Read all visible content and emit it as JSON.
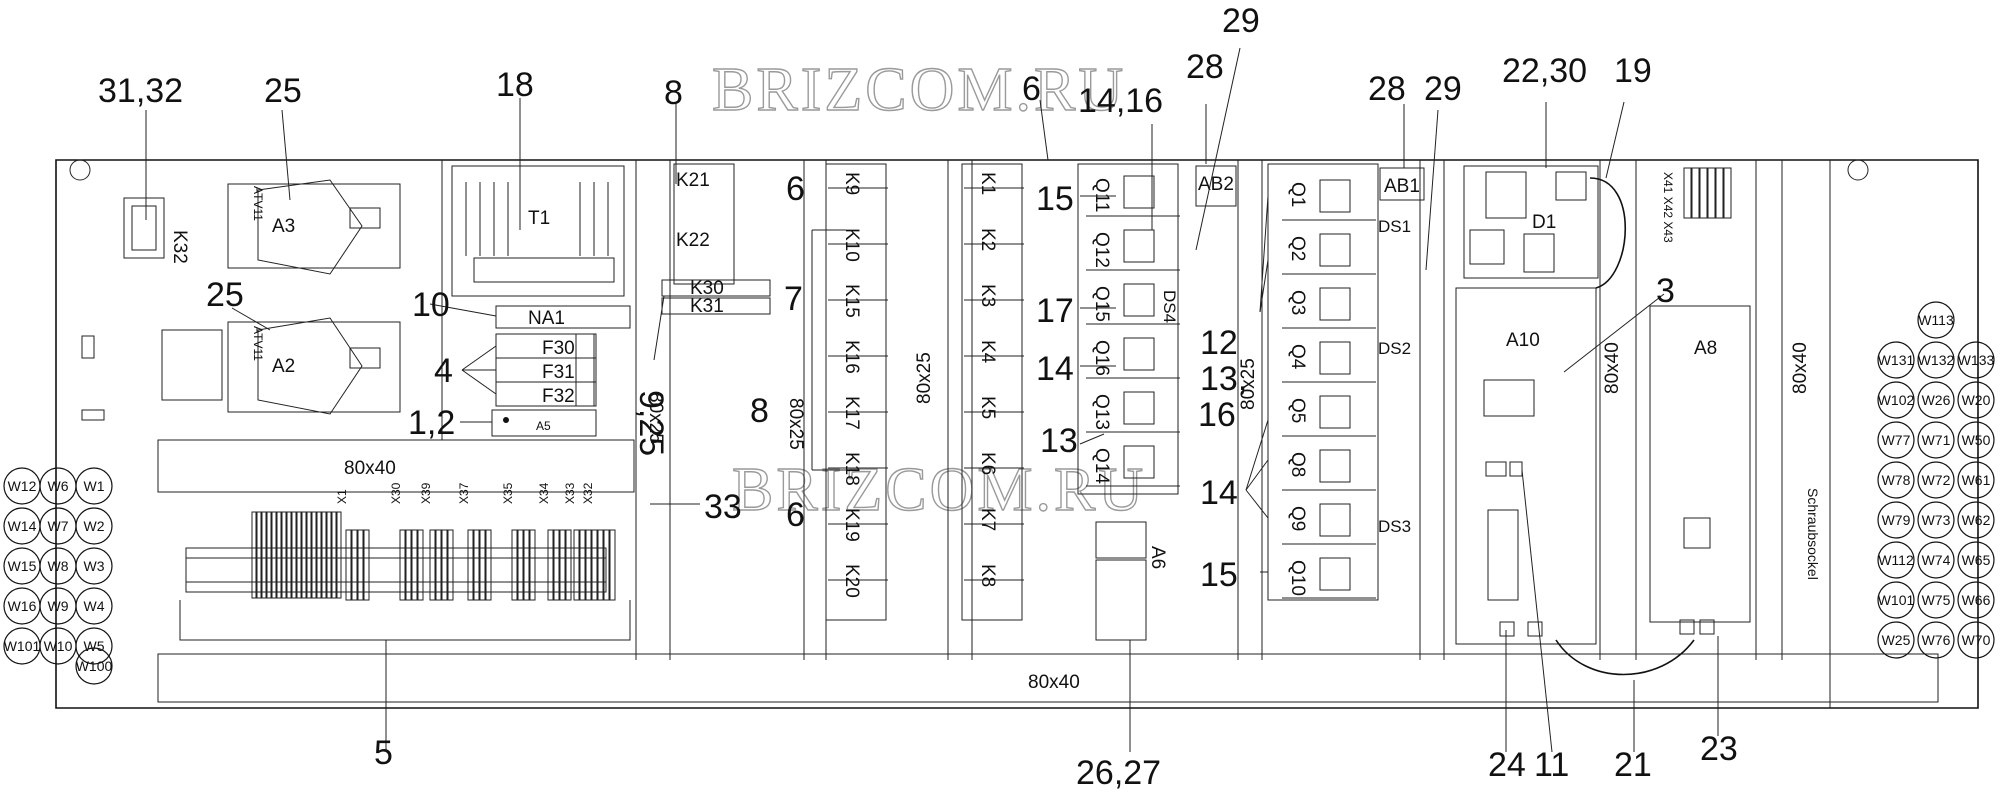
{
  "watermark": "BRIZCOM.RU",
  "callouts": [
    "31,32",
    "25",
    "18",
    "8",
    "6",
    "14,16",
    "28",
    "29",
    "28",
    "29",
    "22,30",
    "19",
    "25",
    "10",
    "4",
    "1,2",
    "9,25",
    "6",
    "7",
    "8",
    "6",
    "15",
    "17",
    "14",
    "13",
    "12",
    "13,",
    "16",
    "14",
    "15",
    "3",
    "5",
    "33",
    "26,27",
    "24",
    "11",
    "21",
    "23"
  ],
  "labels": {
    "k_left": [
      "K21",
      "K22"
    ],
    "k_small": [
      "K30",
      "K31"
    ],
    "k_col1": [
      "K9",
      "K10",
      "K15",
      "K16",
      "K17",
      "K18",
      "K19",
      "K20"
    ],
    "k_col2": [
      "K1",
      "K2",
      "K3",
      "K4",
      "K5",
      "K6",
      "K7",
      "K8"
    ],
    "q_col1": [
      "Q11",
      "Q12",
      "Q15",
      "Q16",
      "Q13",
      "Q14"
    ],
    "q_col2": [
      "Q1",
      "Q2",
      "Q3",
      "Q4",
      "Q5",
      "Q8",
      "Q9",
      "Q10"
    ],
    "ab": [
      "AB2",
      "AB1"
    ],
    "ds": [
      "DS4",
      "DS1",
      "DS2",
      "DS3"
    ],
    "modules": [
      "A3",
      "A2",
      "T1",
      "NA1",
      "A5",
      "A6",
      "D1",
      "A10",
      "A8",
      "K32"
    ],
    "fuses": [
      "F30",
      "F31",
      "F32"
    ],
    "rails": [
      "80x40",
      "80x40",
      "80x40",
      "80x40",
      "80x25",
      "80x25",
      "80x25",
      "80x25"
    ],
    "schraubsockel": "Schraubsockel",
    "terminal_strips": [
      "X1",
      "X30",
      "X39",
      "X37",
      "X35",
      "X34",
      "X33",
      "X32"
    ],
    "x_top_right": "X41 X42 X43",
    "atv": [
      "ATV11",
      "ATV11"
    ]
  },
  "wire_left": [
    "W12",
    "W6",
    "W1",
    "W14",
    "W7",
    "W2",
    "W15",
    "W8",
    "W3",
    "W16",
    "W9",
    "W4",
    "W101",
    "W10",
    "W5",
    "W100"
  ],
  "wire_right": [
    "W113",
    "W131",
    "W132",
    "W133",
    "W102",
    "W26",
    "W20",
    "W77",
    "W71",
    "W50",
    "W78",
    "W72",
    "W61",
    "W79",
    "W73",
    "W62",
    "W112",
    "W74",
    "W65",
    "W101",
    "W75",
    "W66",
    "W25",
    "W76",
    "W70"
  ]
}
